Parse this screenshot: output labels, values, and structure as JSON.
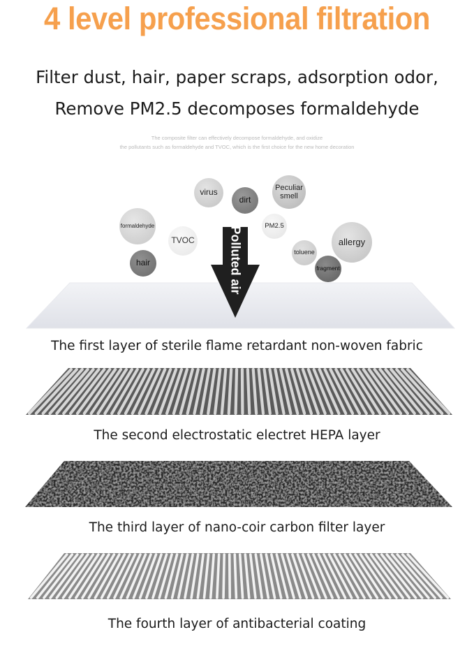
{
  "title": {
    "text": "4 level professional filtration",
    "color": "#f6a04d"
  },
  "subtitle_lines": [
    "Filter dust, hair, paper scraps, adsorption odor,",
    "Remove PM2.5 decomposes formaldehyde"
  ],
  "fine_print_lines": [
    "The composite filter can effectively decompose formaldehyde, and oxidize",
    "the pollutants such as formaldehyde and TVOC, which is the first choice for the new home decoration"
  ],
  "pollutants": [
    {
      "label": "virus"
    },
    {
      "label": "dirt"
    },
    {
      "label_lines": [
        "Peculiar",
        "smell"
      ]
    },
    {
      "label": "formaldehyde"
    },
    {
      "label": "PM2.5"
    },
    {
      "label": "allergy"
    },
    {
      "label": "TVOC"
    },
    {
      "label": "toluene"
    },
    {
      "label": "hair"
    },
    {
      "label": "fragment"
    }
  ],
  "arrow_label": "Polluted air",
  "layers": [
    {
      "caption": "The first layer of sterile flame retardant non-woven fabric"
    },
    {
      "caption": "The second electrostatic electret HEPA layer"
    },
    {
      "caption": "The third layer of nano-coir carbon filter layer"
    },
    {
      "caption": "The fourth layer of antibacterial coating"
    }
  ]
}
